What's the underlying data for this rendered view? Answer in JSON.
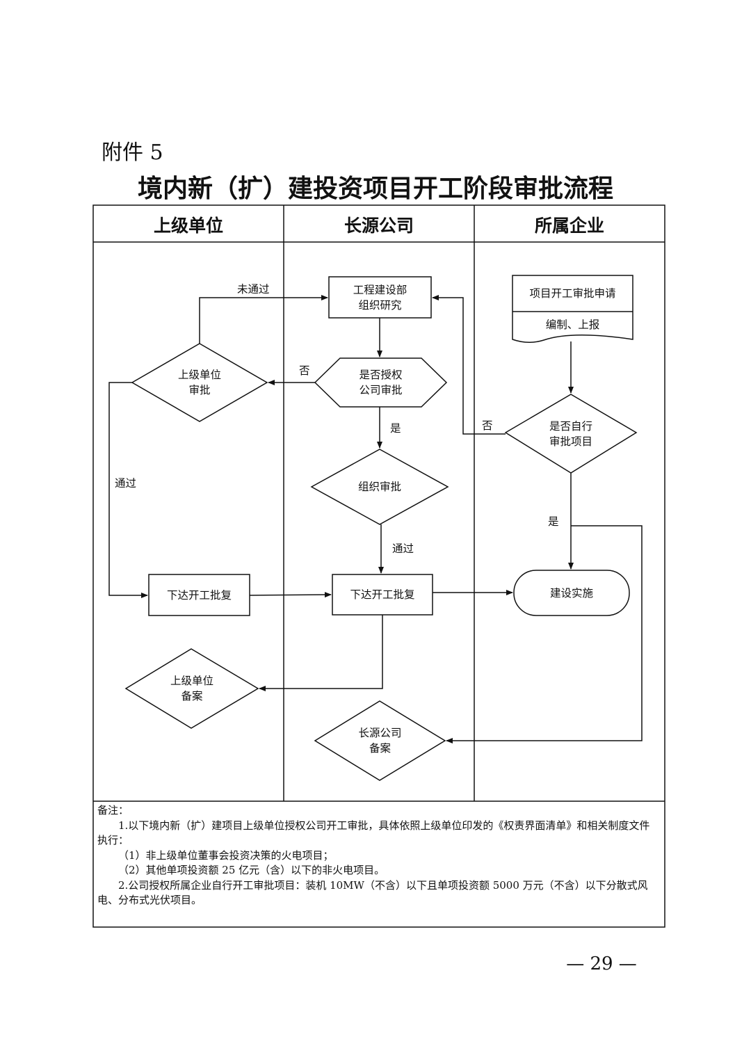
{
  "attachment": "附件 5",
  "title": "境内新（扩）建投资项目开工阶段审批流程",
  "lanes": [
    "上级单位",
    "长源公司",
    "所属企业"
  ],
  "nodes": {
    "engineering_study": "工程建设部\n组织研究",
    "superior_approval": "上级单位\n审批",
    "authorize_decision": "是否授权\n公司审批",
    "organize_approval": "组织审批",
    "superior_issue": "下达开工批复",
    "company_issue": "下达开工批复",
    "superior_record": "上级单位\n备案",
    "company_record": "长源公司\n备案",
    "application_title": "项目开工审批申请",
    "application_sub": "编制、上报",
    "self_approval_decision": "是否自行\n审批项目",
    "construction": "建设实施"
  },
  "edge_labels": {
    "not_passed": "未通过",
    "no_left": "否",
    "passed_left": "通过",
    "yes_middle": "是",
    "passed_middle": "通过",
    "no_right": "否",
    "yes_right": "是"
  },
  "notes": {
    "heading": "备注：",
    "item1": "1.以下境内新（扩）建项目上级单位授权公司开工审批，具体依照上级单位印发的《权责界面清单》和相关制度文件执行：",
    "item1_sub1": "（1）非上级单位董事会投资决策的火电项目；",
    "item1_sub2": "（2）其他单项投资额 25 亿元（含）以下的非火电项目。",
    "item2": "2.公司授权所属企业自行开工审批项目：装机 10MW（不含）以下且单项投资额 5000 万元（不含）以下分散式风电、分布式光伏项目。"
  },
  "page_number": "— 29 —"
}
